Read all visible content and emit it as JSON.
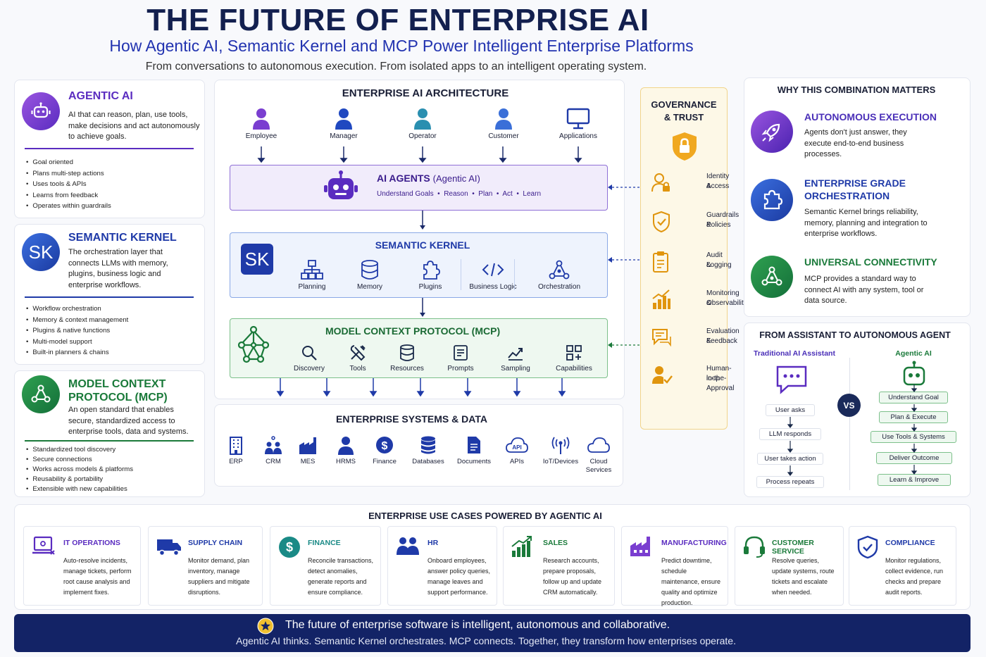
{
  "header": {
    "title": "THE FUTURE OF ENTERPRISE AI",
    "subtitle": "How Agentic AI, Semantic Kernel and MCP Power Intelligent Enterprise Platforms",
    "tagline": "From conversations to autonomous execution. From isolated apps to an intelligent operating system."
  },
  "left_cards": {
    "agentic": {
      "title": "AGENTIC AI",
      "desc": "AI that can reason, plan, use tools, make decisions and act autonomously to achieve goals.",
      "bullets": [
        "Goal oriented",
        "Plans multi-step actions",
        "Uses tools & APIs",
        "Learns from feedback",
        "Operates within guardrails"
      ]
    },
    "sk": {
      "logo": "SK",
      "title": "SEMANTIC KERNEL",
      "desc": "The orchestration layer that connects LLMs with memory, plugins, business logic and enterprise workflows.",
      "bullets": [
        "Workflow orchestration",
        "Memory & context management",
        "Plugins & native functions",
        "Multi-model support",
        "Built-in planners & chains"
      ]
    },
    "mcp": {
      "title": "MODEL CONTEXT PROTOCOL (MCP)",
      "desc": "An open standard that enables secure, standardized access to enterprise tools, data and systems.",
      "bullets": [
        "Standardized tool discovery",
        "Secure connections",
        "Works across models & platforms",
        "Reusability & portability",
        "Extensible with new capabilities"
      ]
    }
  },
  "architecture": {
    "title": "ENTERPRISE AI ARCHITECTURE",
    "actors": [
      "Employee",
      "Manager",
      "Operator",
      "Customer",
      "Applications"
    ],
    "agents": {
      "title": "AI AGENTS",
      "title_suffix": "(Agentic AI)",
      "steps": "Understand Goals  •  Reason  •  Plan  •  Act  •  Learn"
    },
    "sk": {
      "logo": "SK",
      "title": "SEMANTIC KERNEL",
      "components": [
        "Planning",
        "Memory",
        "Plugins",
        "Business Logic",
        "Orchestration"
      ]
    },
    "mcp": {
      "title": "MODEL CONTEXT PROTOCOL (MCP)",
      "components": [
        "Discovery",
        "Tools",
        "Resources",
        "Prompts",
        "Sampling",
        "Capabilities"
      ]
    },
    "systems": {
      "title": "ENTERPRISE SYSTEMS & DATA",
      "items": [
        "ERP",
        "CRM",
        "MES",
        "HRMS",
        "Finance",
        "Databases",
        "Documents",
        "APIs",
        "IoT/Devices",
        "Cloud Services"
      ]
    }
  },
  "governance": {
    "title_line1": "GOVERNANCE",
    "title_line2": "& TRUST",
    "items": [
      {
        "l1": "Identity &",
        "l2": "Access"
      },
      {
        "l1": "Guardrails &",
        "l2": "Policies"
      },
      {
        "l1": "Audit &",
        "l2": "Logging"
      },
      {
        "l1": "Monitoring &",
        "l2": "Observability"
      },
      {
        "l1": "Evaluation &",
        "l2": "Feedback"
      },
      {
        "l1": "Human-in-the-",
        "l2": "loop Approval"
      }
    ]
  },
  "why": {
    "title": "WHY THIS COMBINATION MATTERS",
    "items": [
      {
        "t1": "AUTONOMOUS EXECUTION",
        "t2": "",
        "desc": "Agents don't just answer, they execute end-to-end business processes.",
        "color": "#4a2fb8"
      },
      {
        "t1": "ENTERPRISE GRADE",
        "t2": "ORCHESTRATION",
        "desc": "Semantic Kernel brings reliability, memory, planning and integration to enterprise workflows.",
        "color": "#1f3aa8"
      },
      {
        "t1": "UNIVERSAL CONNECTIVITY",
        "t2": "",
        "desc": "MCP provides a standard way to connect AI with any system, tool or data source.",
        "color": "#1a7a3a"
      }
    ]
  },
  "compare": {
    "title": "FROM ASSISTANT TO AUTONOMOUS AGENT",
    "left_title": "Traditional AI Assistant",
    "right_title": "Agentic AI",
    "vs": "VS",
    "left_steps": [
      "User asks",
      "LLM responds",
      "User takes action",
      "Process repeats"
    ],
    "right_steps": [
      "Understand Goal",
      "Plan & Execute",
      "Use Tools & Systems",
      "Deliver Outcome",
      "Learn & Improve"
    ]
  },
  "use_cases": {
    "title": "ENTERPRISE USE CASES POWERED BY AGENTIC AI",
    "items": [
      {
        "title": "IT OPERATIONS",
        "desc": "Auto-resolve incidents, manage tickets, perform root cause analysis and implement fixes.",
        "icon": "laptop-gear-icon"
      },
      {
        "title": "SUPPLY CHAIN",
        "desc": "Monitor demand, plan inventory, manage suppliers and mitigate disruptions.",
        "icon": "truck-icon"
      },
      {
        "title": "FINANCE",
        "desc": "Reconcile transactions, detect anomalies, generate reports and ensure compliance.",
        "icon": "dollar-icon"
      },
      {
        "title": "HR",
        "desc": "Onboard employees, answer policy queries, manage leaves and support performance.",
        "icon": "people-icon"
      },
      {
        "title": "SALES",
        "desc": "Research accounts, prepare proposals, follow up and update CRM automatically.",
        "icon": "chart-up-icon"
      },
      {
        "title": "MANUFACTURING",
        "desc": "Predict downtime, schedule maintenance, ensure quality and optimize production.",
        "icon": "factory-icon"
      },
      {
        "title": "CUSTOMER SERVICE",
        "desc": "Resolve queries, update systems, route tickets and escalate when needed.",
        "icon": "headset-icon"
      },
      {
        "title": "COMPLIANCE",
        "desc": "Monitor regulations, collect evidence, run checks and prepare audit reports.",
        "icon": "shield-check-icon"
      }
    ]
  },
  "footer": {
    "line1": "The future of enterprise software is intelligent, autonomous and collaborative.",
    "line2": "Agentic AI thinks. Semantic Kernel orchestrates. MCP connects. Together, they transform how enterprises operate."
  }
}
